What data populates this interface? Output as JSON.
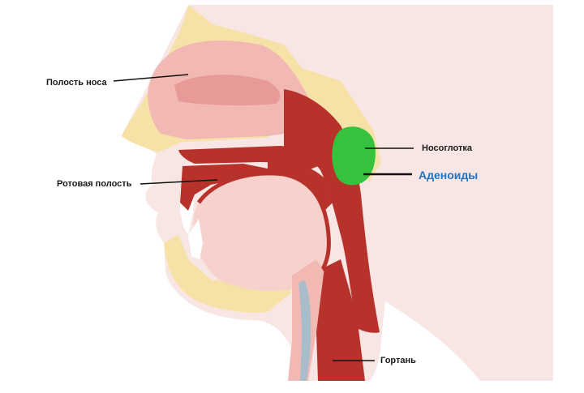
{
  "labels": {
    "nasal_cavity": "Полость носа",
    "nasopharynx": "Носоглотка",
    "adenoids": "Аденоиды",
    "oral_cavity": "Ротовая полость",
    "larynx": "Гортань"
  },
  "colors": {
    "skin": "#f7e6e4",
    "bone": "#f6e1a6",
    "tissue": "#f2b9b4",
    "tissue_light": "#f7d2cd",
    "mucosa": "#b8322c",
    "adenoids": "#35c23c",
    "highlight_text": "#1f73c2"
  }
}
